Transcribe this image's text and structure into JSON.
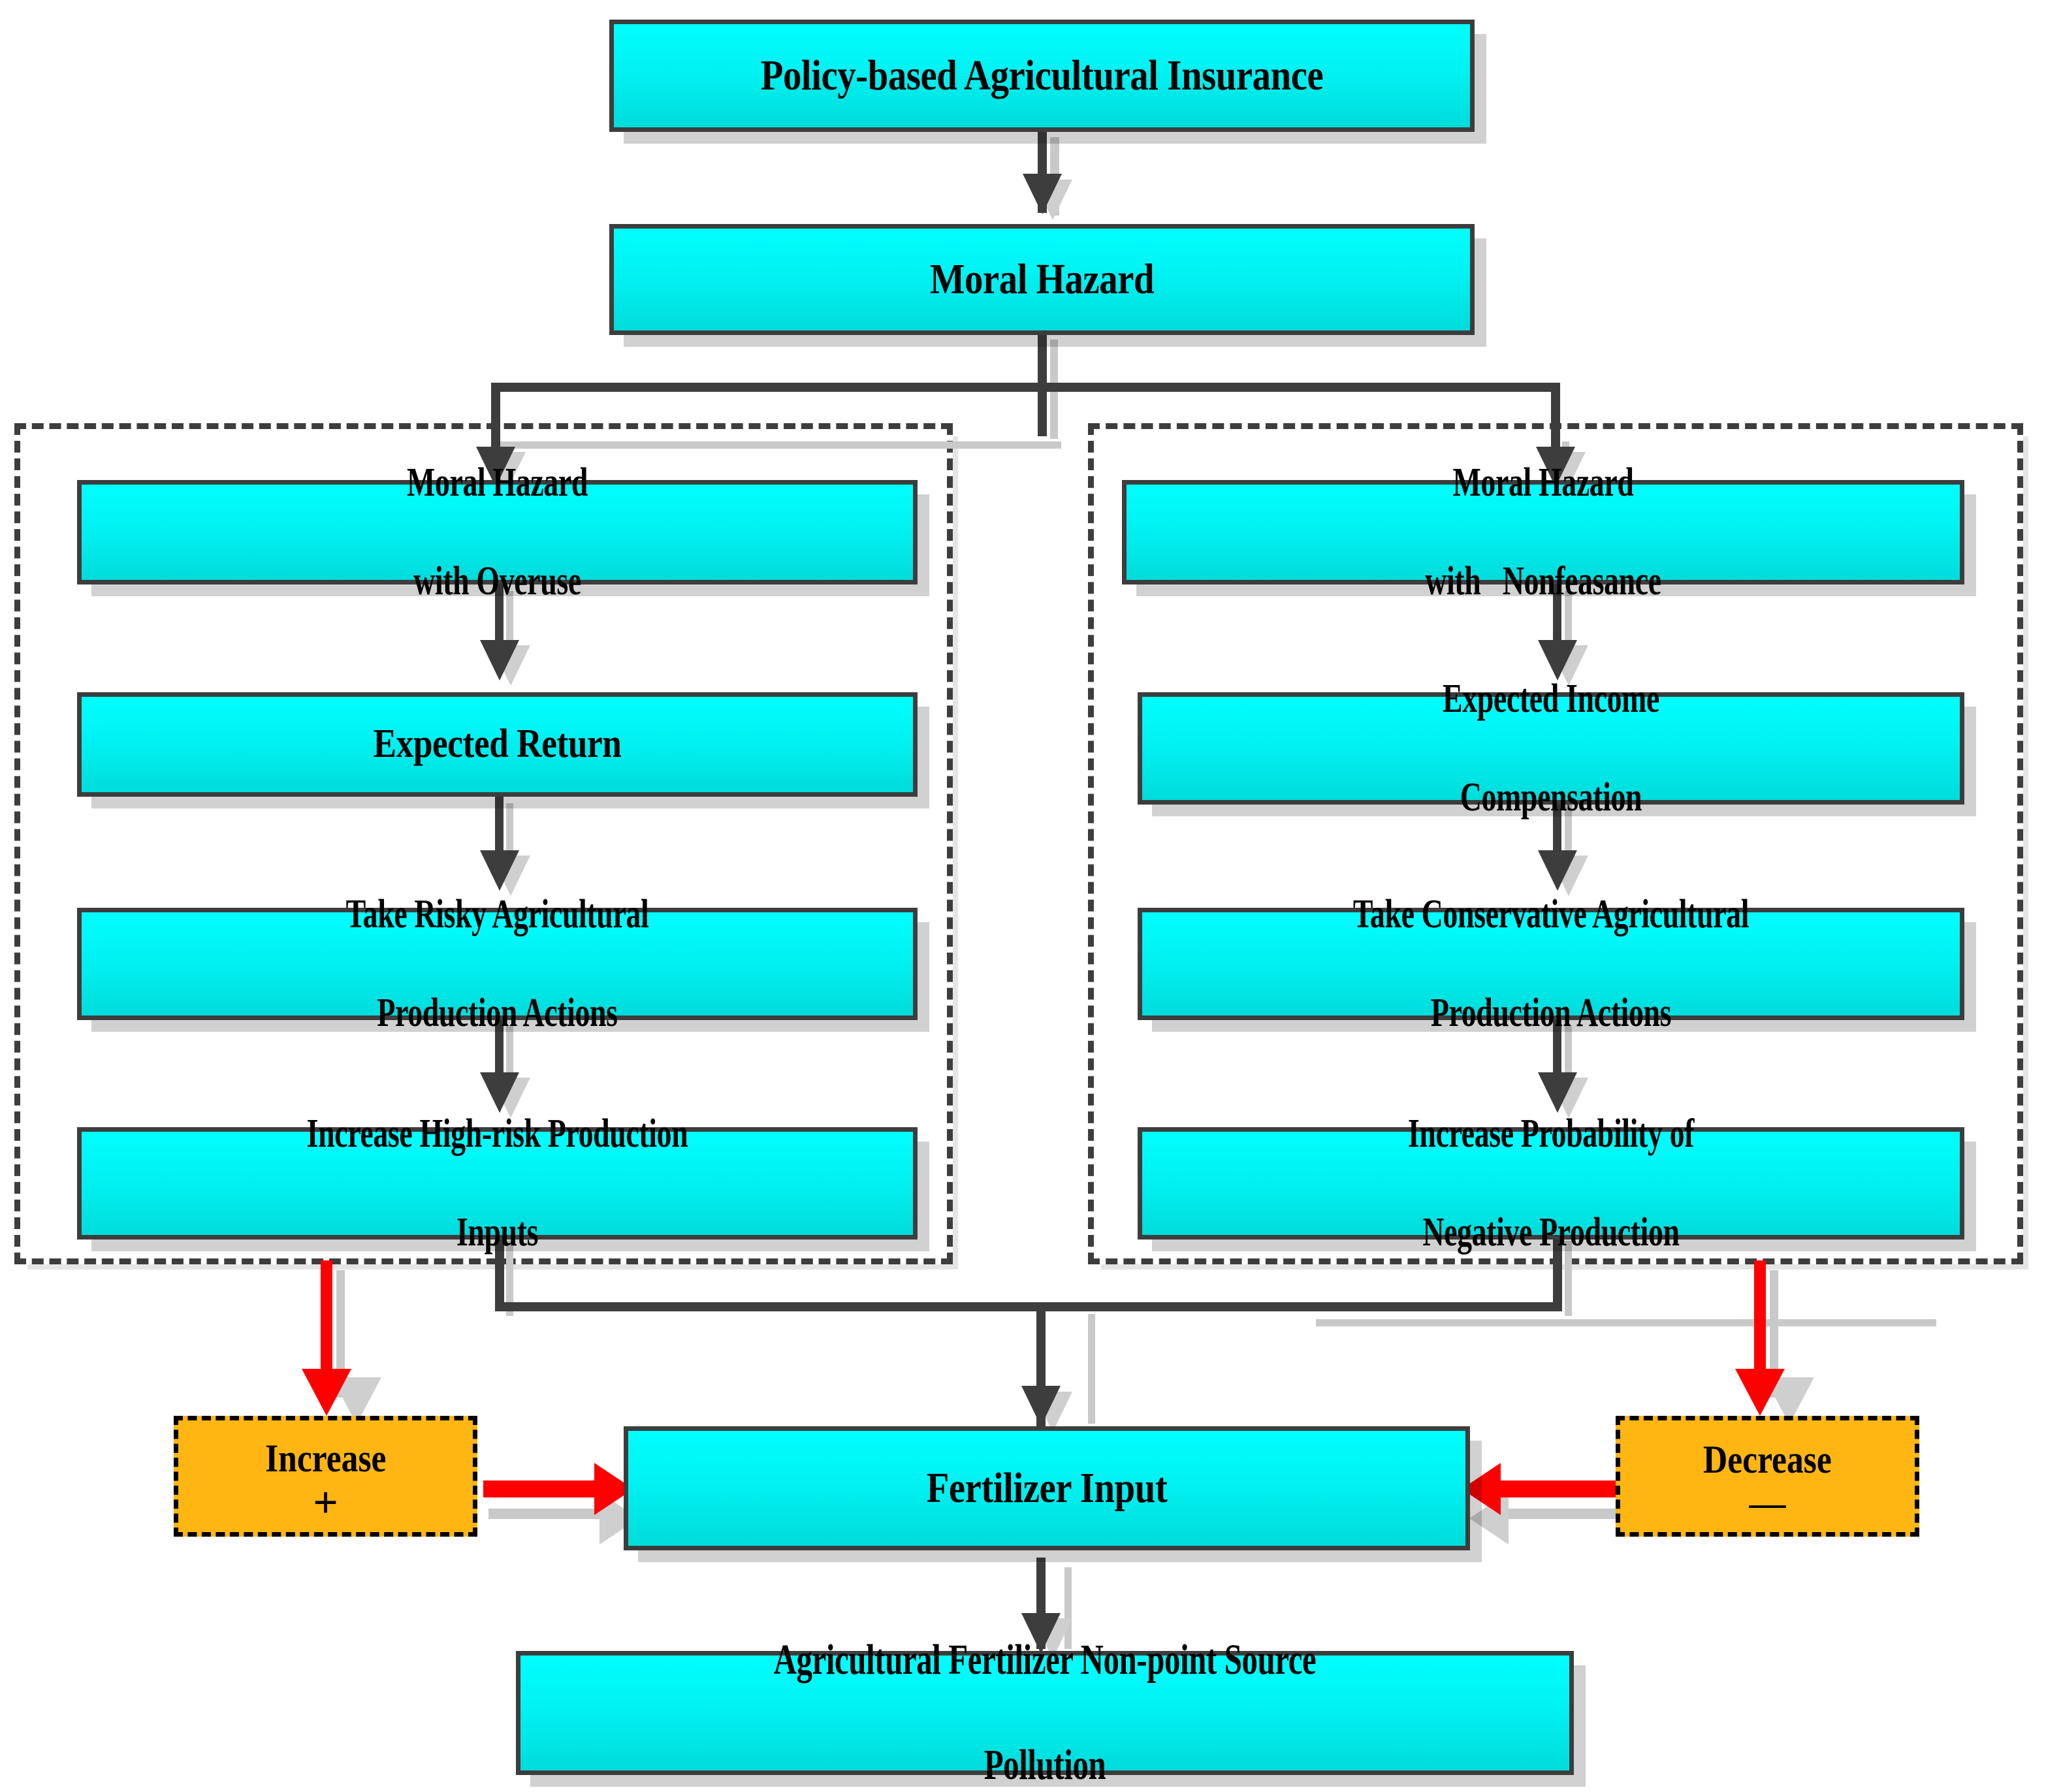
{
  "diagram": {
    "title": "Moral Hazard Pathways of Policy-based Agricultural Insurance to Fertilizer Non-point Source Pollution",
    "colors": {
      "node_fill_top": "#00FFFF",
      "node_fill_bottom": "#00DCDC",
      "node_border": "#3D3D3D",
      "accent_orange": "#FFB612",
      "accent_red": "#FF0000",
      "shadow": "#C9C9C9"
    },
    "nodes": {
      "root": "Policy-based Agricultural Insurance",
      "hazard": "Moral Hazard",
      "left": {
        "n1_line1": "Moral Hazard",
        "n1_line2": "with Overuse",
        "n2": "Expected Return",
        "n3_line1": "Take Risky Agricultural",
        "n3_line2": "Production Actions",
        "n4_line1": "Increase High-risk Production",
        "n4_line2": "Inputs"
      },
      "right": {
        "n1_line1": "Moral Hazard",
        "n1_line2": "with   Nonfeasance",
        "n2_line1": "Expected Income",
        "n2_line2": "Compensation",
        "n3_line1": "Take Conservative Agricultural",
        "n3_line2": "Production Actions",
        "n4_line1": "Increase Probability of",
        "n4_line2": "Negative Production"
      },
      "increase_label": "Increase",
      "increase_sign": "+",
      "decrease_label": "Decrease",
      "decrease_sign": "—",
      "fertilizer": "Fertilizer Input",
      "outcome_line1": "Agricultural Fertilizer Non-point Source",
      "outcome_line2": "Pollution"
    }
  }
}
